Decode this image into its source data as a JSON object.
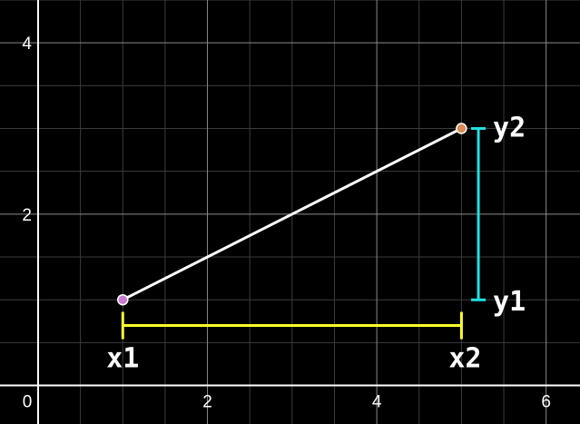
{
  "chart_data": {
    "type": "line",
    "xlim": [
      -0.45,
      6.4
    ],
    "ylim": [
      -0.45,
      4.5
    ],
    "grid": true,
    "xticks": [
      {
        "value": 0,
        "label": "0"
      },
      {
        "value": 2,
        "label": "2"
      },
      {
        "value": 4,
        "label": "4"
      },
      {
        "value": 6,
        "label": "6"
      }
    ],
    "yticks": [
      {
        "value": 2,
        "label": "2"
      },
      {
        "value": 4,
        "label": "4"
      }
    ],
    "segment": {
      "x": [
        1,
        5
      ],
      "y": [
        1,
        3
      ],
      "color": "#ffffff"
    },
    "points": [
      {
        "x": 1,
        "y": 1,
        "color": "#c77ccf"
      },
      {
        "x": 5,
        "y": 3,
        "color": "#d98a55"
      }
    ],
    "x_bracket": {
      "from": 1,
      "to": 5,
      "at_y": 0.7,
      "color": "#ffff2a",
      "start_label": "x1",
      "end_label": "x2"
    },
    "y_bracket": {
      "from": 1,
      "to": 3,
      "at_x": 5.2,
      "color": "#22e0e0",
      "start_label": "y1",
      "end_label": "y2"
    }
  }
}
